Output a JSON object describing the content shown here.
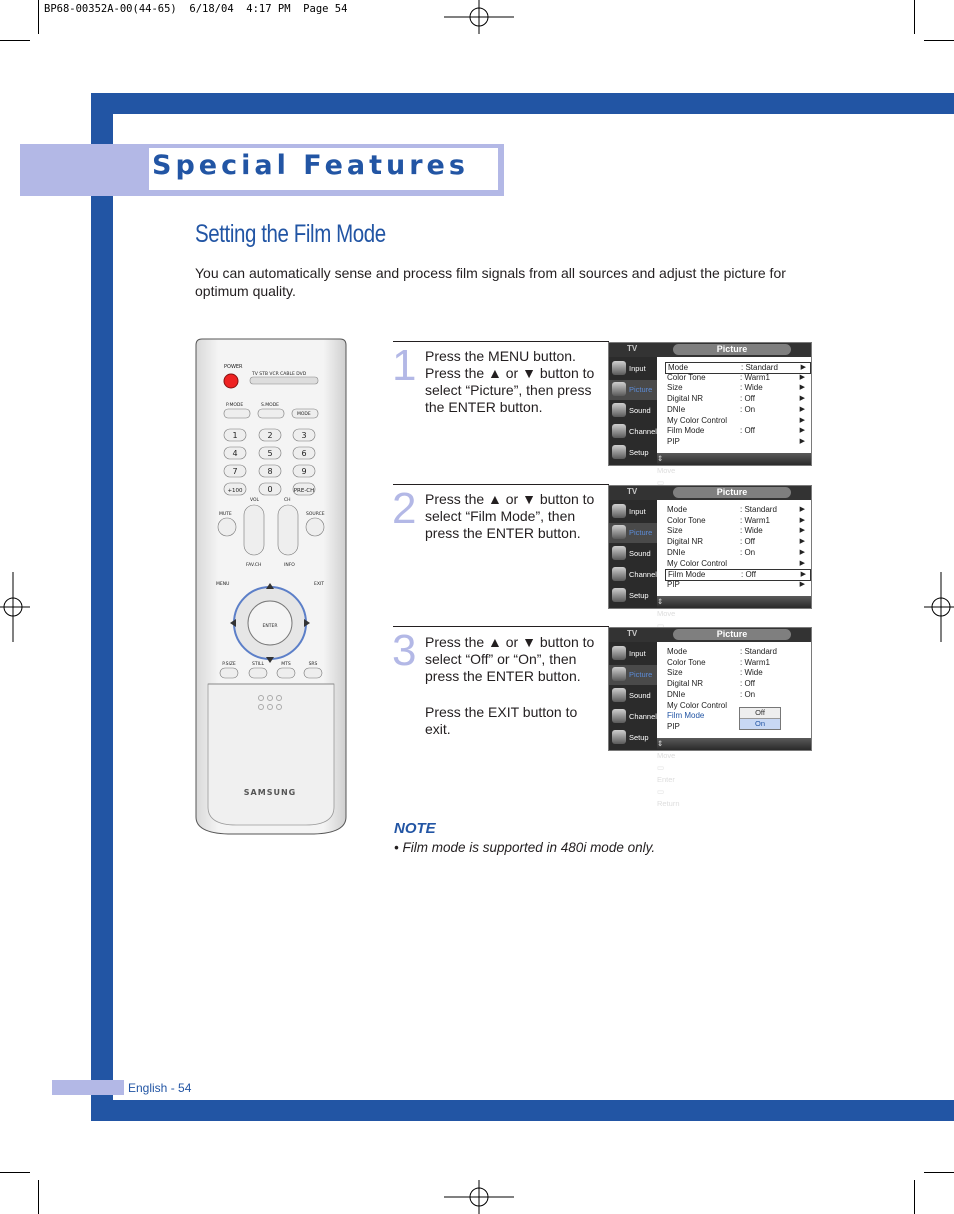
{
  "slug": "BP68-00352A-00(44-65)  6/18/04  4:17 PM  Page 54",
  "section_title": "Special Features",
  "heading": "Setting the Film Mode",
  "intro": "You can automatically sense and process film signals from all sources and adjust the picture for optimum quality.",
  "steps": [
    {
      "num": "1",
      "text": "Press the MENU button. Press the ▲ or ▼ button to select “Picture”, then press the ENTER button."
    },
    {
      "num": "2",
      "text": "Press the ▲ or ▼ button to select “Film Mode”, then press the ENTER button."
    },
    {
      "num": "3",
      "text": "Press the ▲ or ▼ button to select “Off” or “On”, then press the ENTER button.",
      "extra": "Press the EXIT button to exit."
    }
  ],
  "osd": {
    "tv_label": "TV",
    "menu_title": "Picture",
    "side_items": [
      "Input",
      "Picture",
      "Sound",
      "Channel",
      "Setup"
    ],
    "rows": [
      {
        "label": "Mode",
        "value": ": Standard"
      },
      {
        "label": "Color Tone",
        "value": ": Warm1"
      },
      {
        "label": "Size",
        "value": ": Wide"
      },
      {
        "label": "Digital NR",
        "value": ": Off"
      },
      {
        "label": "DNIe",
        "value": ": On"
      },
      {
        "label": "My Color Control",
        "value": ""
      },
      {
        "label": "Film Mode",
        "value": ": Off"
      },
      {
        "label": "PIP",
        "value": ""
      }
    ],
    "bar_move": "Move",
    "bar_enter": "Enter",
    "bar_return": "Return",
    "popup_options": [
      "Off",
      "On"
    ]
  },
  "remote": {
    "power": "POWER",
    "modes": [
      "TV",
      "STB",
      "VCR",
      "CABLE",
      "DVD"
    ],
    "pmode": "P.MODE",
    "smode": "S.MODE",
    "mode": "MODE",
    "digits": [
      "1",
      "2",
      "3",
      "4",
      "5",
      "6",
      "7",
      "8",
      "9",
      "+100",
      "0",
      "PRE-CH"
    ],
    "vol": "VOL",
    "ch": "CH",
    "mute": "MUTE",
    "source": "SOURCE",
    "menu": "MENU",
    "favch": "FAV.CH",
    "info": "INFO",
    "exit": "EXIT",
    "enter": "ENTER",
    "bottom_row": [
      "P.SIZE",
      "STILL",
      "MTS",
      "SRS"
    ],
    "brand": "SAMSUNG"
  },
  "note_title": "NOTE",
  "note_text": "• Film mode is supported in 480i mode only.",
  "footer": "English - 54",
  "colors": {
    "brand_blue": "#2255a4",
    "light_blue": "#b3b8e6"
  }
}
